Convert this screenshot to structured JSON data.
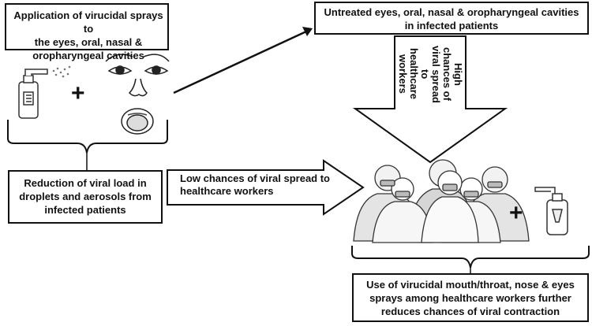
{
  "boxes": {
    "application": [
      "Application of virucidal sprays to",
      "the eyes, oral, nasal &",
      "oropharyngeal cavities"
    ],
    "untreated": [
      "Untreated eyes, oral, nasal & oropharyngeal cavities",
      "in infected patients"
    ],
    "reduction": [
      "Reduction of viral load in",
      "droplets and aerosols from",
      "infected patients"
    ],
    "use": [
      "Use of virucidal mouth/throat, nose & eyes",
      "sprays among healthcare workers further",
      "reduces chances of viral contraction"
    ]
  },
  "arrows": {
    "low_chances": [
      "Low chances of viral spread to",
      "healthcare workers"
    ],
    "high_chances": [
      "High chances of",
      "viral spread to",
      "healthcare",
      "workers"
    ]
  },
  "symbols": {
    "plus": "+"
  },
  "icons": [
    "spray-bottle-icon",
    "face-icon",
    "healthcare-workers-icon"
  ]
}
